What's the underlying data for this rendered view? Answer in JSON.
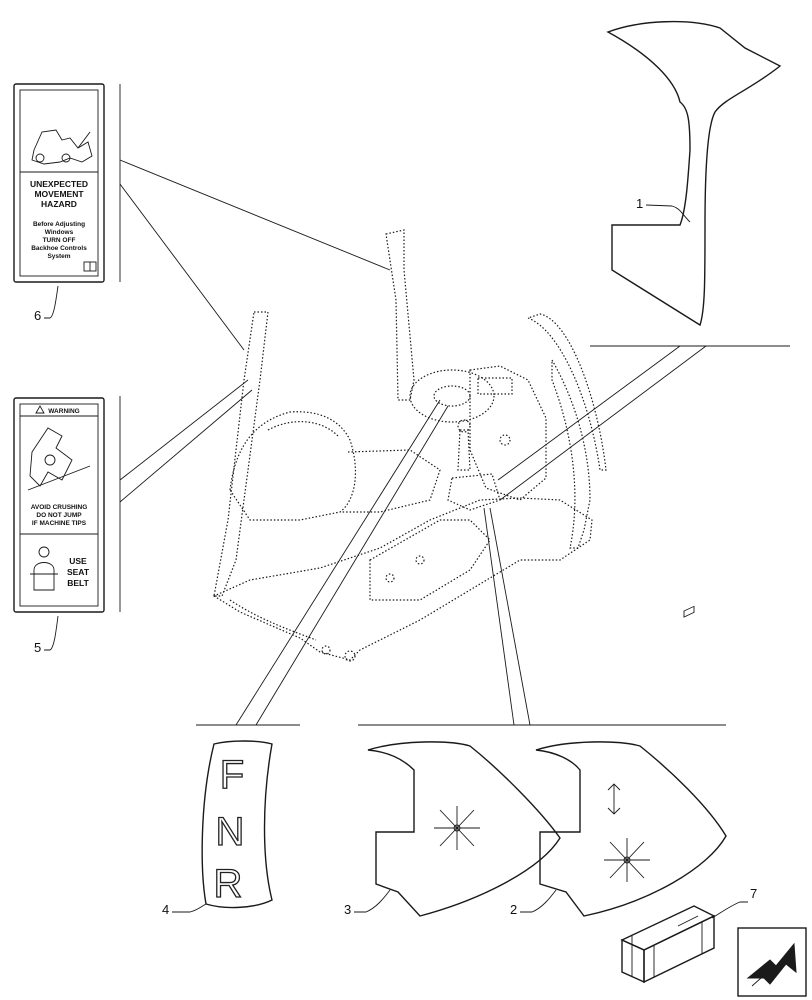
{
  "callouts": [
    "1",
    "2",
    "3",
    "4",
    "5",
    "6",
    "7"
  ],
  "decal6": {
    "line1": "UNEXPECTED",
    "line2": "MOVEMENT",
    "line3": "HAZARD",
    "line4": "Before Adjusting",
    "line5": "Windows",
    "line6": "TURN OFF",
    "line7": "Backhoe Controls",
    "line8": "System"
  },
  "decal5": {
    "header": "WARNING",
    "line1": "AVOID CRUSHING",
    "line2": "DO NOT JUMP",
    "line3": "IF MACHINE TIPS",
    "belt1": "USE",
    "belt2": "SEAT",
    "belt3": "BELT"
  },
  "decal4": {
    "letters": [
      "F",
      "N",
      "R"
    ]
  },
  "icons": [
    "cab-interior-illustration",
    "parts-crate-icon",
    "next-page-arrow-icon"
  ]
}
